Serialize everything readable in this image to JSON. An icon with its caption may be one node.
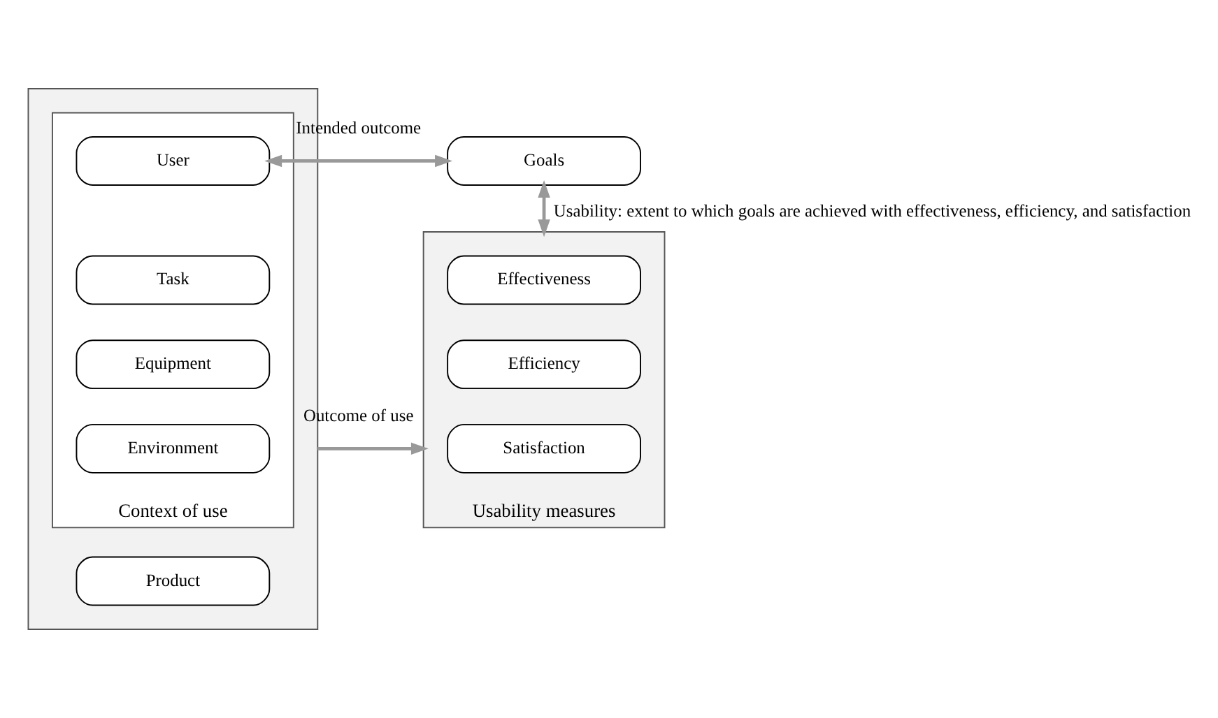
{
  "diagram": {
    "nodes": [
      {
        "text": [],
        "shape": "box"
      },
      {
        "text": [
          "Context of use"
        ],
        "in": 0
      },
      {
        "text": [
          "User"
        ],
        "in": 1
      },
      {
        "text": [
          "Task"
        ],
        "in": 1
      },
      {
        "text": [
          "Equipment"
        ],
        "in": 1
      },
      {
        "text": [
          "Environment"
        ],
        "in": 1
      },
      {
        "text": [
          "Product"
        ],
        "in": 0
      },
      {
        "text": [
          "Goals"
        ]
      },
      {
        "text": [
          "Usability measures"
        ]
      },
      {
        "text": [
          "Effectiveness"
        ],
        "in": 8
      },
      {
        "text": [
          "Efficiency"
        ],
        "in": 8
      },
      {
        "text": [
          "Satisfaction"
        ],
        "in": 8
      }
    ],
    "edges": [
      {
        "from": 2,
        "to": 7,
        "arrow": "both",
        "label": "Intended outcome"
      },
      {
        "from": 7,
        "to": 8,
        "arrow": "both",
        "label": "Usability: extent to which goals are achieved with effectiveness, efficiency, and satisfaction"
      },
      {
        "from": 0,
        "to": 8,
        "arrow": "to",
        "label": "Outcome of use"
      }
    ]
  }
}
